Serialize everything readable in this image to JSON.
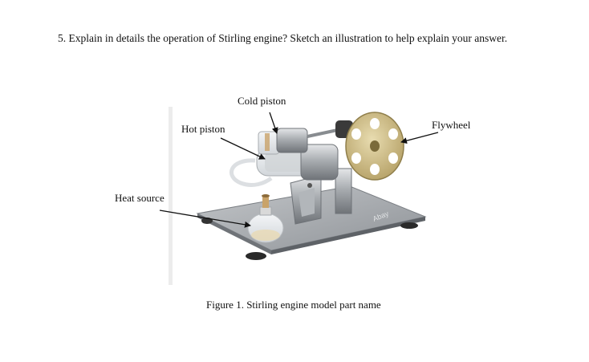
{
  "question": "5. Explain in details the operation of Stirling engine? Sketch an illustration to help explain your answer.",
  "figure": {
    "labels": {
      "cold_piston": "Cold piston",
      "hot_piston": "Hot piston",
      "flywheel": "Flywheel",
      "heat_source": "Heat source"
    },
    "brand_mark": "Abay",
    "caption": "Figure 1. Stirling engine model part name"
  }
}
